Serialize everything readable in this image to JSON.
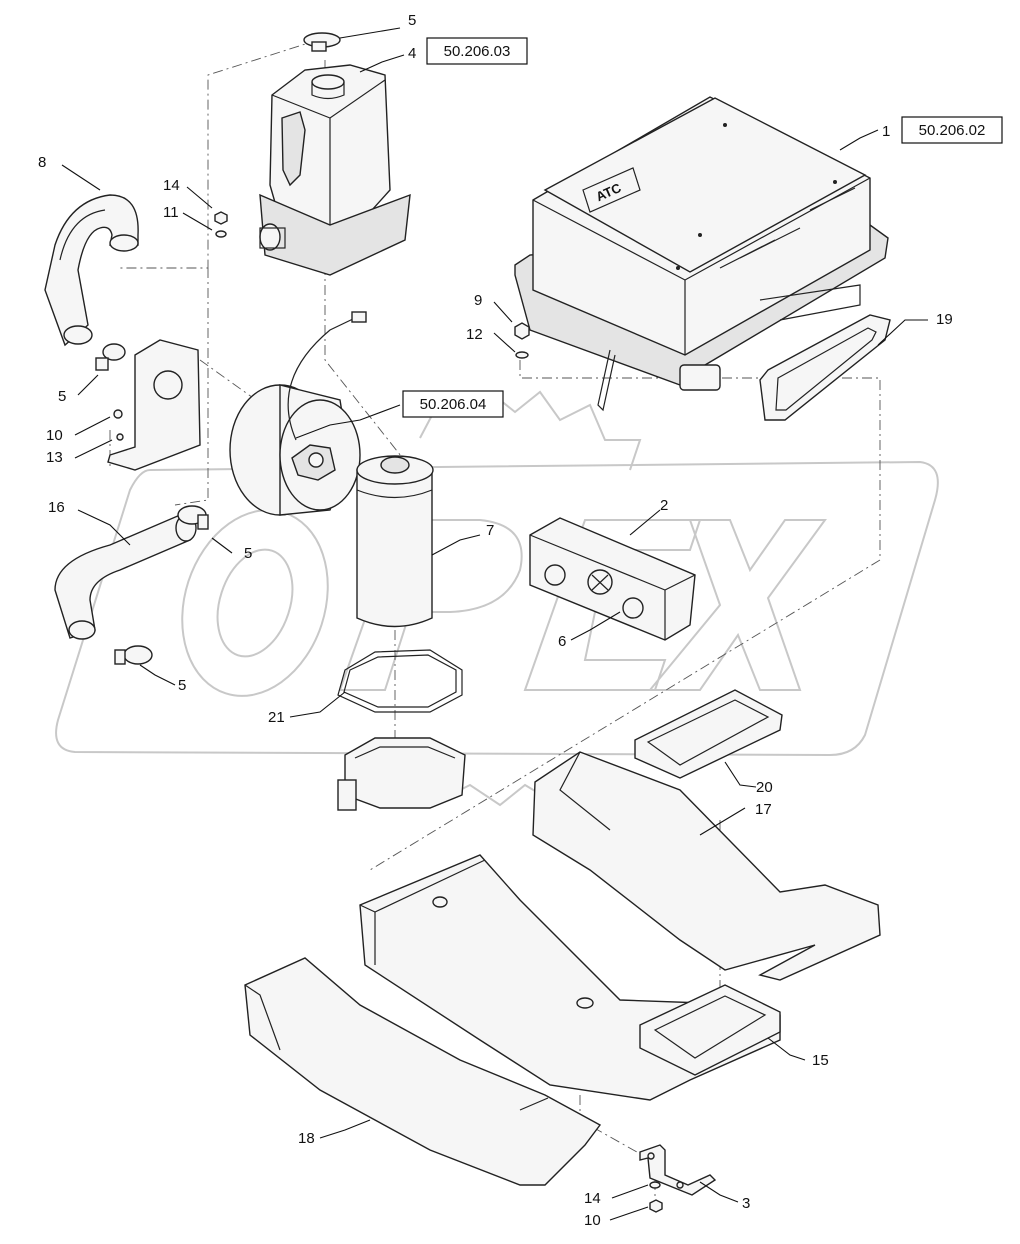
{
  "references": {
    "ref_1": "50.206.02",
    "ref_4": "50.206.03",
    "ref_blower": "50.206.04"
  },
  "labels": {
    "atc": "ATC"
  },
  "callouts": [
    {
      "id": "c5-top",
      "text": "5"
    },
    {
      "id": "c4",
      "text": "4"
    },
    {
      "id": "c1",
      "text": "1"
    },
    {
      "id": "c8",
      "text": "8"
    },
    {
      "id": "c14-top",
      "text": "14"
    },
    {
      "id": "c11",
      "text": "11"
    },
    {
      "id": "c9",
      "text": "9"
    },
    {
      "id": "c12",
      "text": "12"
    },
    {
      "id": "c19",
      "text": "19"
    },
    {
      "id": "c5-left",
      "text": "5"
    },
    {
      "id": "c10-top",
      "text": "10"
    },
    {
      "id": "c13",
      "text": "13"
    },
    {
      "id": "c16",
      "text": "16"
    },
    {
      "id": "c5-mid",
      "text": "5"
    },
    {
      "id": "c2",
      "text": "2"
    },
    {
      "id": "c7",
      "text": "7"
    },
    {
      "id": "c6",
      "text": "6"
    },
    {
      "id": "c5-low",
      "text": "5"
    },
    {
      "id": "c21",
      "text": "21"
    },
    {
      "id": "c20",
      "text": "20"
    },
    {
      "id": "c17",
      "text": "17"
    },
    {
      "id": "c15",
      "text": "15"
    },
    {
      "id": "c18",
      "text": "18"
    },
    {
      "id": "c14-bottom",
      "text": "14"
    },
    {
      "id": "c3",
      "text": "3"
    },
    {
      "id": "c10-bottom",
      "text": "10"
    }
  ]
}
